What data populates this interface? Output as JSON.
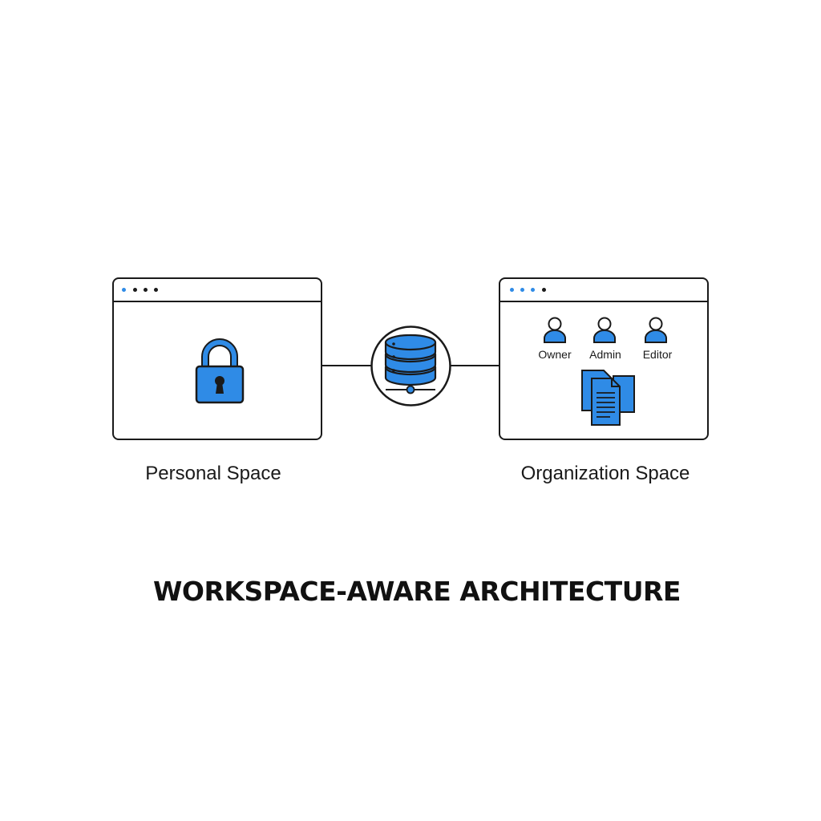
{
  "personal": {
    "caption": "Personal Space"
  },
  "organization": {
    "caption": "Organization Space",
    "roles": [
      "Owner",
      "Admin",
      "Editor"
    ]
  },
  "hub": {
    "icon": "database-server-icon"
  },
  "title": "WORKSPACE-AWARE ARCHITECTURE",
  "colors": {
    "accent": "#2f8be6",
    "stroke": "#1a1a1a",
    "background": "#ffffff"
  }
}
